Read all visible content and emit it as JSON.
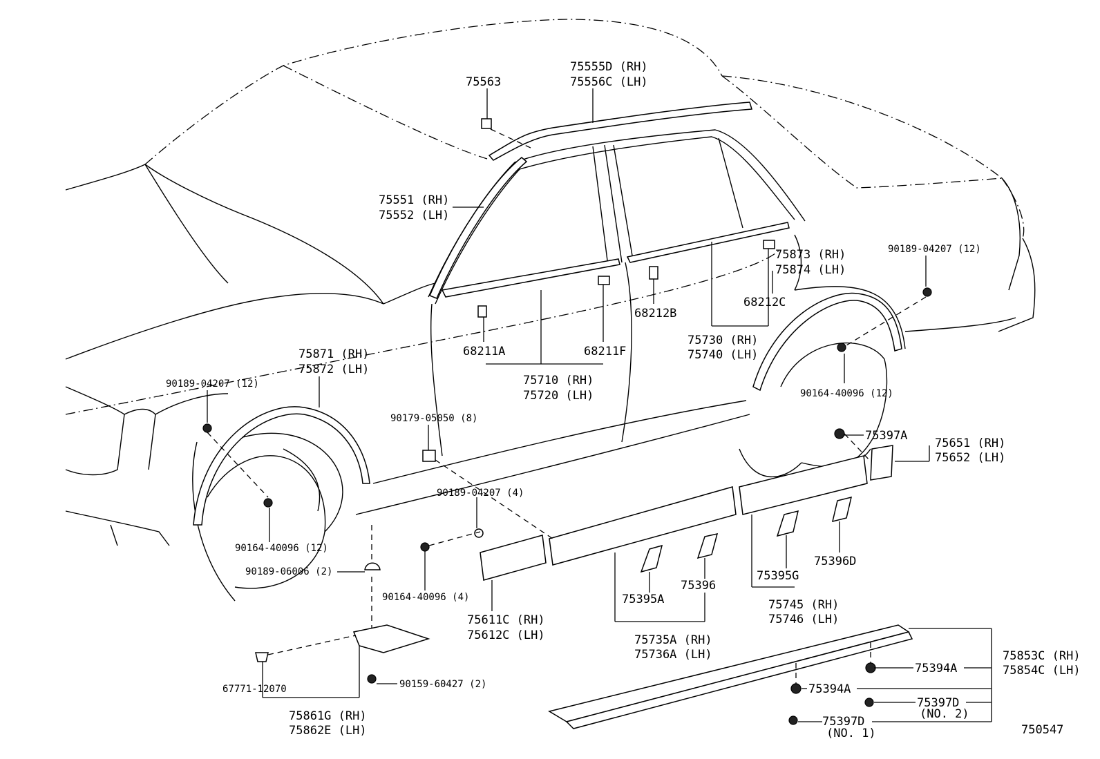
{
  "diagram": {
    "figure_code": "750547",
    "labels": {
      "roof_clip": "75563",
      "drip_molding_rh": "75555D (RH)",
      "drip_molding_lh": "75556C (LH)",
      "windshield_molding_rh": "75551 (RH)",
      "windshield_molding_lh": "75552 (LH)",
      "rear_belt_clip_rh": "75873 (RH)",
      "rear_belt_clip_lh": "75874 (LH)",
      "clip_68212b": "68212B",
      "clip_68212c": "68212C",
      "clip_68211a": "68211A",
      "clip_68211f": "68211F",
      "rear_belt_molding_rh": "75730 (RH)",
      "rear_belt_molding_lh": "75740 (LH)",
      "front_belt_molding_rh": "75710 (RH)",
      "front_belt_molding_lh": "75720 (LH)",
      "front_arch_molding_rh": "75871 (RH)",
      "front_arch_molding_lh": "75872 (LH)",
      "clip_front_arch_top": "90189-04207 (12)",
      "clip_rear_arch_top": "90189-04207 (12)",
      "screw_rear_arch": "90164-40096 (12)",
      "screw_front_arch": "90164-40096 (12)",
      "clip_90179": "90179-05050 (8)",
      "clip_90189_4": "90189-04207 (4)",
      "clip_90189_06006": "90189-06006 (2)",
      "screw_90164_4": "90164-40096 (4)",
      "rocker_clip_75397a": "75397A",
      "rear_quarter_rh": "75651 (RH)",
      "rear_quarter_lh": "75652 (LH)",
      "clip_75396d": "75396D",
      "clip_75395g": "75395G",
      "rear_door_molding_rh": "75745 (RH)",
      "rear_door_molding_lh": "75746 (LH)",
      "clip_75396": "75396",
      "clip_75395a": "75395A",
      "front_door_molding_rh": "75735A (RH)",
      "front_door_molding_lh": "75736A (LH)",
      "fender_molding_rh": "75611C (RH)",
      "fender_molding_lh": "75612C (LH)",
      "rocker_panel_rh": "75853C (RH)",
      "rocker_panel_lh": "75854C (LH)",
      "clip_75394a_upper": "75394A",
      "clip_75394a_lower": "75394A",
      "clip_75397d_no2": "75397D",
      "clip_75397d_no2_note": "(NO. 2)",
      "clip_75397d_no1": "75397D",
      "clip_75397d_no1_note": "(NO. 1)",
      "clip_67771": "67771-12070",
      "screw_90159": "90159-60427 (2)",
      "mud_guard_rh": "75861G (RH)",
      "mud_guard_lh": "75862E (LH)"
    }
  }
}
